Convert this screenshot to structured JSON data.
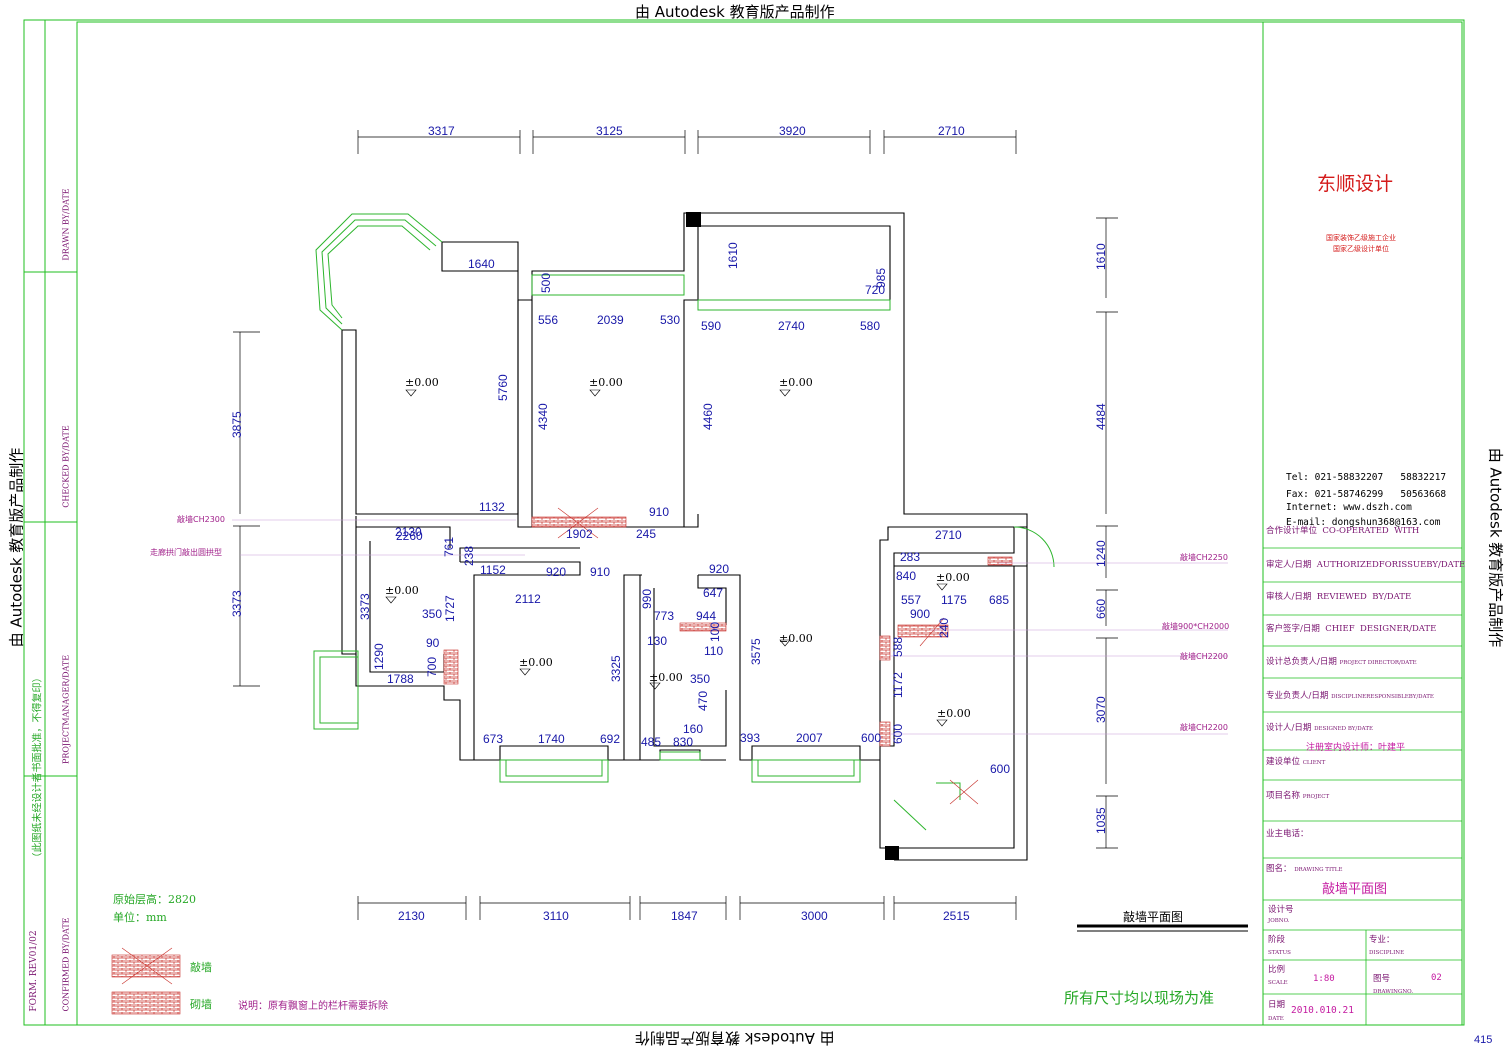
{
  "watermark": "由 Autodesk 教育版产品制作",
  "dimensions": {
    "top": [
      "3317",
      "3125",
      "3920",
      "2710"
    ],
    "bottom": [
      "2130",
      "3110",
      "1847",
      "3000",
      "2515"
    ],
    "left": [
      "3875",
      "3373"
    ],
    "right": [
      "1610",
      "4484",
      "1240",
      "660",
      "3070",
      "1035"
    ],
    "interior": [
      "1640",
      "500",
      "5760",
      "556",
      "2039",
      "530",
      "1610",
      "985",
      "720",
      "590",
      "2740",
      "580",
      "4340",
      "4460",
      "2260",
      "1132",
      "910",
      "1902",
      "245",
      "2130",
      "761",
      "238",
      "1152",
      "920",
      "910",
      "920",
      "647",
      "944",
      "2112",
      "990",
      "773",
      "130",
      "100",
      "110",
      "3373",
      "350",
      "1727",
      "90",
      "1290",
      "700",
      "1788",
      "3325",
      "350",
      "470",
      "160",
      "3575",
      "673",
      "1740",
      "692",
      "485",
      "830",
      "393",
      "2007",
      "600",
      "2710",
      "283",
      "840",
      "557",
      "1175",
      "685",
      "900",
      "240",
      "588",
      "1172",
      "600",
      "600"
    ]
  },
  "elevation_marks": [
    "±0.00",
    "±0.00",
    "±0.00",
    "±0.00",
    "±0.00",
    "±0.00",
    "±0.00",
    "±0.00",
    "±0.00",
    "±0.00"
  ],
  "annotations": {
    "left_1": "敲墙CH2300",
    "left_2": "走廊拱门敲出圆拱型",
    "right_1": "敲墙CH2250",
    "right_2": "敲墙900*CH2000",
    "right_3": "敲墙CH2200",
    "right_4": "敲墙CH2200"
  },
  "notes": {
    "ceiling_height": "原始层高：2820",
    "unit": "单位：mm",
    "legend_demolish": "敲墙",
    "legend_build": "砌墙",
    "instruction": "说明：原有飘窗上的栏杆需要拆除",
    "site_note": "所有尺寸均以现场为准",
    "drawing_caption": "敲墙平面图"
  },
  "left_strip": {
    "drawn": "DRAWN  BY/DATE",
    "checked": "CHECKED  BY/DATE",
    "pm": "PROJECTMANAGER/DATE",
    "confirmed": "CONFIRMED  BY/DATE",
    "form": "FORM. REV01/02",
    "warning": "（此图纸未经设计者书面批准，不得复印）"
  },
  "title_block": {
    "company": "东顺设计",
    "qual_1": "国家装饰乙级施工企业",
    "qual_2": "国家乙级设计单位",
    "tel": "Tel: 021-58832207   58832217",
    "fax": "Fax: 021-58746299   50563668",
    "internet": "Internet: www.dszh.com",
    "email": "E-mail: dongshun368@163.com",
    "row_coop": "合作设计单位  CO-OPERATED  WITH",
    "row_auth": "审定人/日期  AUTHORIZEDFORISSUEBY/DATE",
    "row_review": "审核人/日期  REVIEWED  BY/DATE",
    "row_client": "客户签字/日期  CHIEF  DESIGNER/DATE",
    "row_pd_cn": "设计总负责人/日期",
    "row_pd_en": "PROJECT DIRECTOR/DATE",
    "row_disc_cn": "专业负责人/日期",
    "row_disc_en": "DISCIPLINERESPONSIBLEBY/DATE",
    "row_des_cn": "设计人/日期",
    "row_des_en": "DESIGNED  BY/DATE",
    "designer": "注册室内设计师：叶建平",
    "row_unit_cn": "建设单位",
    "row_unit_en": "CLIENT",
    "row_proj_cn": "项目名称",
    "row_proj_en": "PROJECT",
    "row_phone": "业主电话：",
    "row_title_cn": "图名：",
    "row_title_en": "DRAWING TITLE",
    "drawing_title": "敲墙平面图",
    "jobno_cn": "设计号",
    "jobno_en": "JOBNO.",
    "status_cn": "阶段",
    "status_en": "STATUS",
    "discipline_cn": "专业：",
    "discipline_en": "DISCIPLINE",
    "scale_cn": "比例",
    "scale_en": "SCALE",
    "scale": "1:80",
    "drawno_cn": "图号",
    "drawno_en": "DRAWINGNO.",
    "drawno": "02",
    "date_cn": "日期",
    "date_en": "DATE",
    "date": "2010.010.21"
  },
  "corner_number": "415"
}
